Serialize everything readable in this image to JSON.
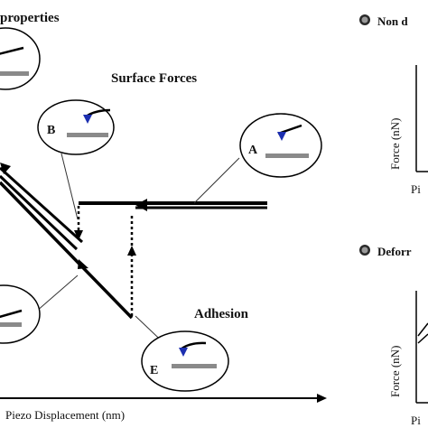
{
  "labels": {
    "properties": "properties",
    "surface_forces": "Surface Forces",
    "adhesion": "Adhesion",
    "x_axis": "Piezo Displacement (nm)"
  },
  "insets": [
    {
      "letter": "A"
    },
    {
      "letter": "B"
    },
    {
      "letter": "E"
    }
  ],
  "side_panels": {
    "top": {
      "legend": "Non d",
      "y_axis": "Force (nN)",
      "x_axis": "Pi"
    },
    "bottom": {
      "legend": "Deforr",
      "y_axis": "Force (nN)",
      "x_axis": "Pi"
    }
  },
  "colors": {
    "line": "#000000",
    "sample": "#8a8a8a",
    "tip": "#1c2fb0",
    "bullet_outer": "#2a2a2a",
    "bullet_inner": "#9a9a9a"
  }
}
